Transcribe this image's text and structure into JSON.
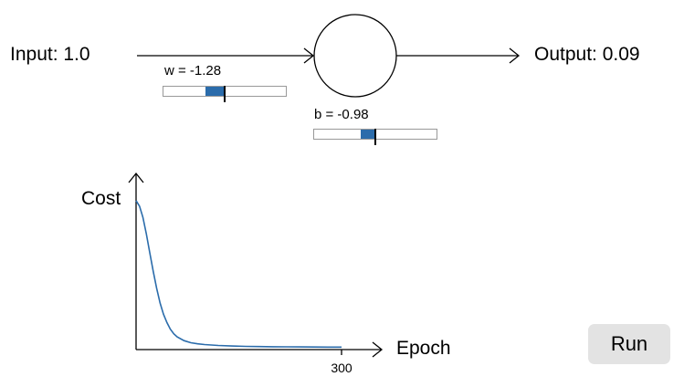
{
  "neuron": {
    "input_label": "Input: 1.0",
    "output_label": "Output: 0.09"
  },
  "weight_slider": {
    "label": "w = -1.28",
    "value": -1.28,
    "min": -4,
    "max": 4
  },
  "bias_slider": {
    "label": "b = -0.98",
    "value": -0.98,
    "min": -4,
    "max": 4
  },
  "chart_data": {
    "type": "line",
    "xlabel": "Epoch",
    "ylabel": "Cost",
    "x_tick_labels": [
      "300"
    ],
    "xlim": [
      0,
      300
    ],
    "ylim": [
      0,
      1
    ],
    "grid": false,
    "series": [
      {
        "x": [
          0,
          5,
          10,
          15,
          20,
          25,
          30,
          35,
          40,
          45,
          50,
          55,
          60,
          70,
          80,
          90,
          100,
          120,
          140,
          160,
          180,
          200,
          220,
          240,
          260,
          280,
          300
        ],
        "y": [
          0.8,
          0.77,
          0.71,
          0.62,
          0.52,
          0.42,
          0.33,
          0.25,
          0.19,
          0.145,
          0.11,
          0.085,
          0.068,
          0.048,
          0.037,
          0.031,
          0.027,
          0.022,
          0.019,
          0.017,
          0.016,
          0.015,
          0.0145,
          0.014,
          0.0135,
          0.013,
          0.013
        ],
        "color": "#2b6cab"
      }
    ]
  },
  "controls": {
    "run_label": "Run"
  },
  "colors": {
    "accent": "#2b6cab",
    "button_bg": "#e3e3e3",
    "slider_border": "#999999"
  }
}
